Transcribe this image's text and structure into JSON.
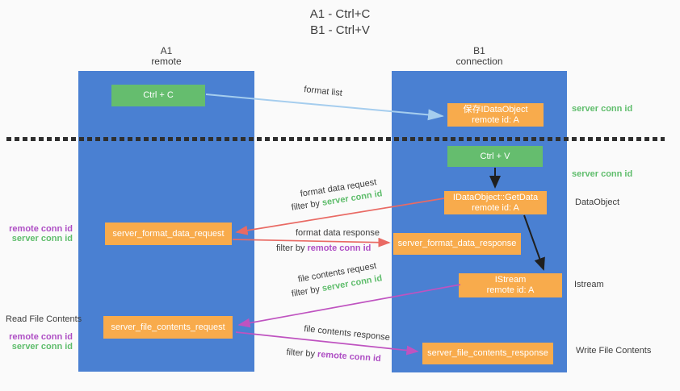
{
  "title": {
    "line1": "A1 - Ctrl+C",
    "line2": "B1 - Ctrl+V"
  },
  "lanes": {
    "a1": {
      "name": "A1",
      "subtitle": "remote"
    },
    "b1": {
      "name": "B1",
      "subtitle": "connection"
    }
  },
  "nodes": {
    "ctrl_c": {
      "label": "Ctrl + C"
    },
    "ctrl_v": {
      "label": "Ctrl + V"
    },
    "save_idataobject": {
      "line1": "保存IDataObject",
      "line2": "remote id: A"
    },
    "idataobject_getdata": {
      "line1": "IDataObject::GetData",
      "line2": "remote id: A"
    },
    "istream": {
      "line1": "IStream",
      "line2": "remote id: A"
    },
    "server_format_data_request": {
      "label": "server_format_data_request"
    },
    "server_format_data_response": {
      "label": "server_format_data_response"
    },
    "server_file_contents_request": {
      "label": "server_file_contents_request"
    },
    "server_file_contents_response": {
      "label": "server_file_contents_response"
    }
  },
  "arrows": {
    "format_list": {
      "label": "format list"
    },
    "format_data_request": {
      "label": "format data request",
      "filter_prefix": "filter by",
      "filter_key": "server conn id"
    },
    "format_data_response": {
      "label": "format data response",
      "filter_prefix": "filter by",
      "filter_key": "remote conn id"
    },
    "file_contents_request": {
      "label": "file contents request",
      "filter_prefix": "filter by",
      "filter_key": "server conn id"
    },
    "file_contents_response": {
      "label": "file contents response",
      "filter_prefix": "filter by",
      "filter_key": "remote conn id"
    }
  },
  "annotations": {
    "server_conn_id_top_right": "server conn id",
    "server_conn_id_mid_right": "server conn id",
    "dataobject": "DataObject",
    "istream": "Istream",
    "write_file_contents": "Write File Contents",
    "read_file_contents": "Read File Contents",
    "remote_conn_id_mid_left": "remote conn id",
    "server_conn_id_mid_left": "server conn id",
    "remote_conn_id_bottom_left": "remote conn id",
    "server_conn_id_bottom_left": "server conn id"
  },
  "colors": {
    "background": "#fafafa",
    "lane_blue": "#4a80d2",
    "box_green": "#65bd6e",
    "box_orange": "#f8ab4c",
    "arrow_lightblue": "#a5cdee",
    "arrow_red": "#e96a64",
    "arrow_magenta": "#bf53c0",
    "arrow_black": "#1f1f1f",
    "label_green": "#5fbd6c",
    "label_purple": "#ae4ec4",
    "text_dark": "#3d3d3d",
    "divider_dark": "#2f2f2f"
  }
}
